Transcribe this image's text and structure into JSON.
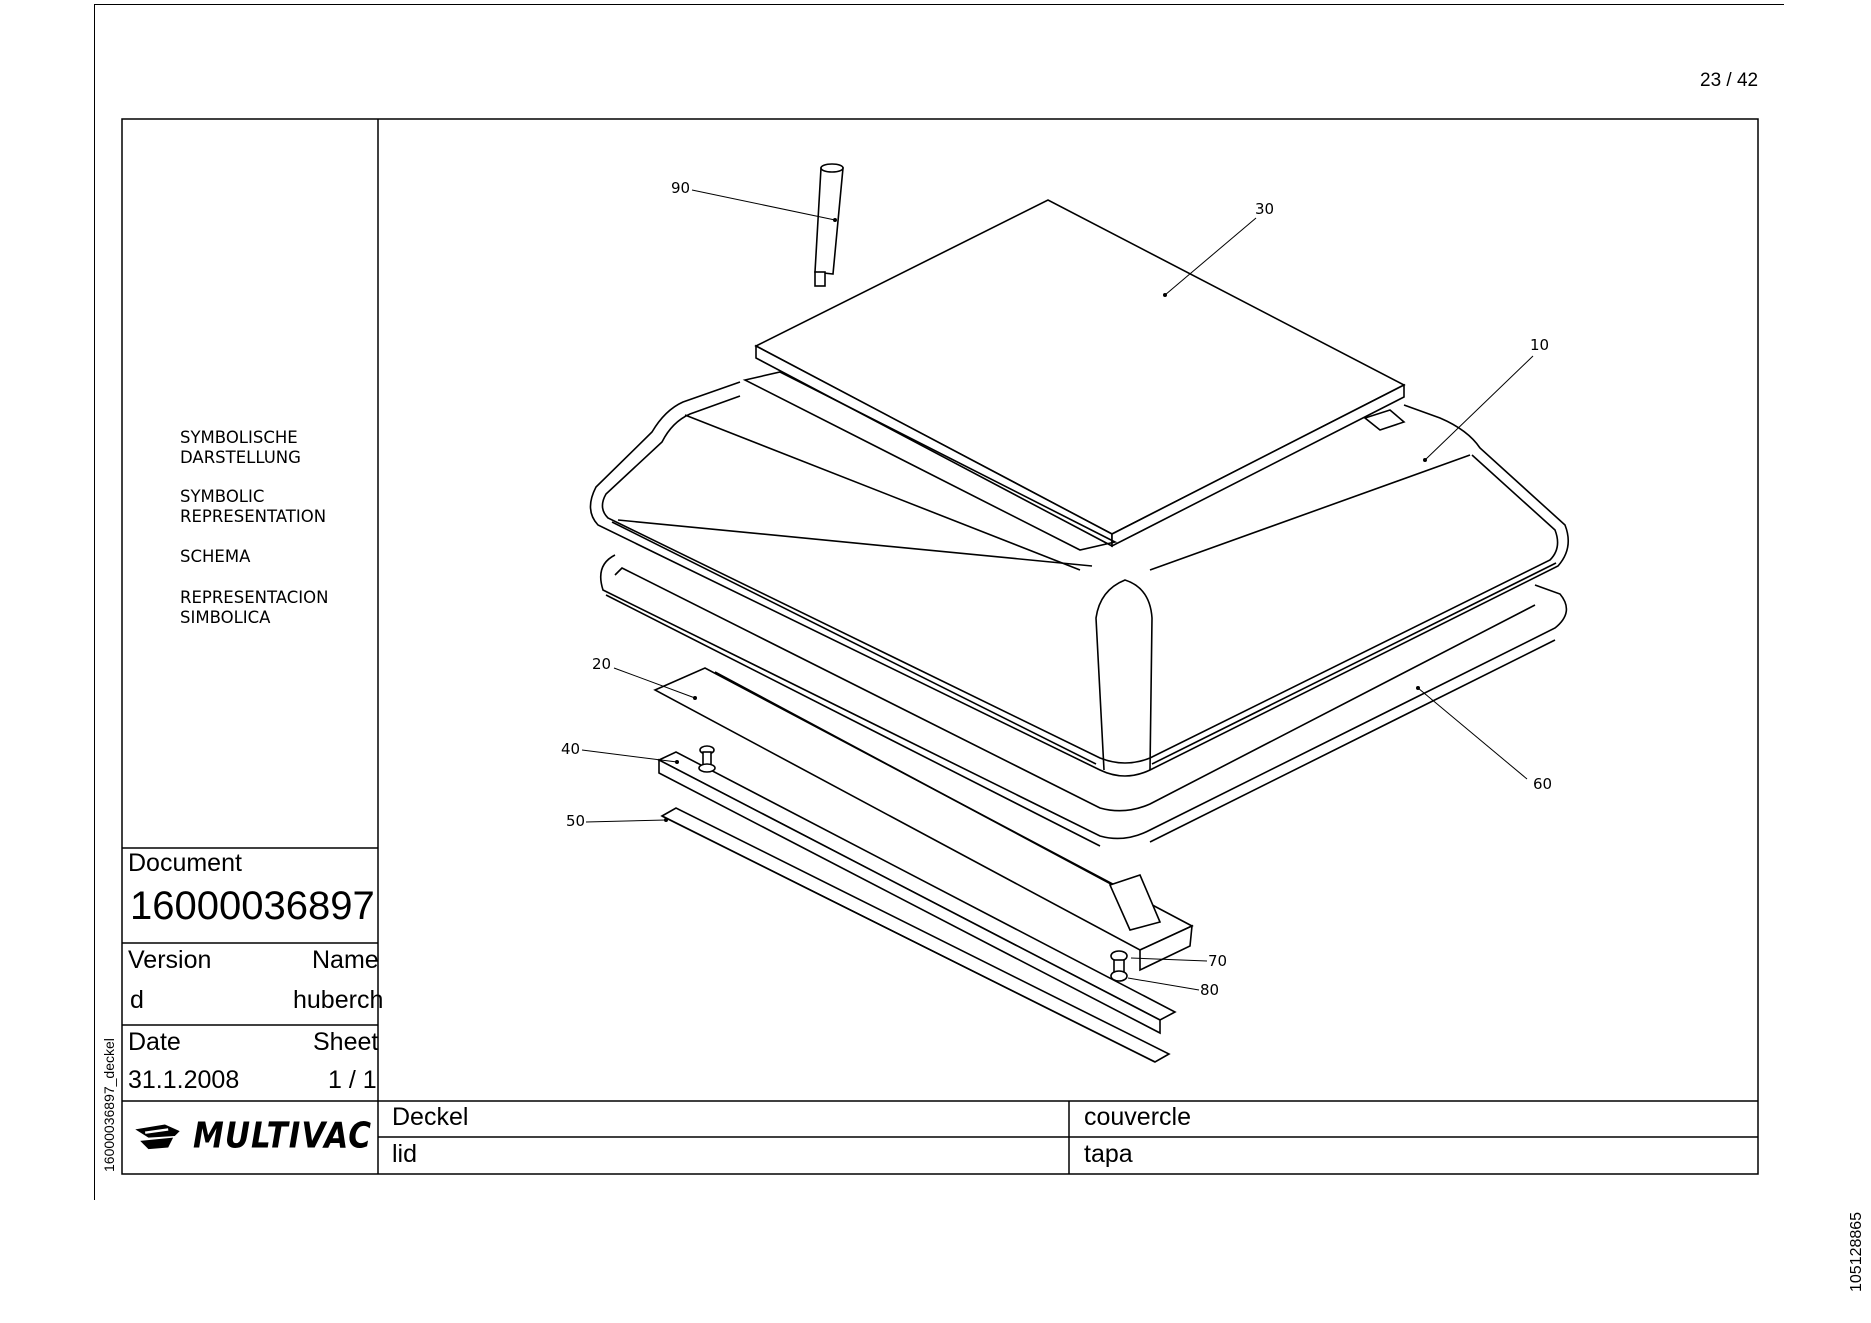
{
  "page": {
    "number": "23 / 42",
    "side_code": "105128865"
  },
  "symbolic_block": {
    "lines": [
      "SYMBOLISCHE",
      "DARSTELLUNG",
      "SYMBOLIC",
      "REPRESENTATION",
      "SCHEMA",
      "REPRESENTACION",
      "SIMBOLICA"
    ]
  },
  "title_block": {
    "document_label": "Document",
    "document_number": "16000036897",
    "version_label": "Version",
    "version_value": "d",
    "name_label": "Name",
    "name_value": "huberch",
    "date_label": "Date",
    "date_value": "31.1.2008",
    "sheet_label": "Sheet",
    "sheet_value": "1 / 1",
    "side_label": "16000036897_deckel",
    "logo_text": "MULTIVAC"
  },
  "descriptions": {
    "de": "Deckel",
    "fr": "couvercle",
    "en": "lid",
    "es": "tapa"
  },
  "callouts": {
    "c10": "10",
    "c20": "20",
    "c30": "30",
    "c40": "40",
    "c50": "50",
    "c60": "60",
    "c70": "70",
    "c80": "80",
    "c90": "90"
  }
}
